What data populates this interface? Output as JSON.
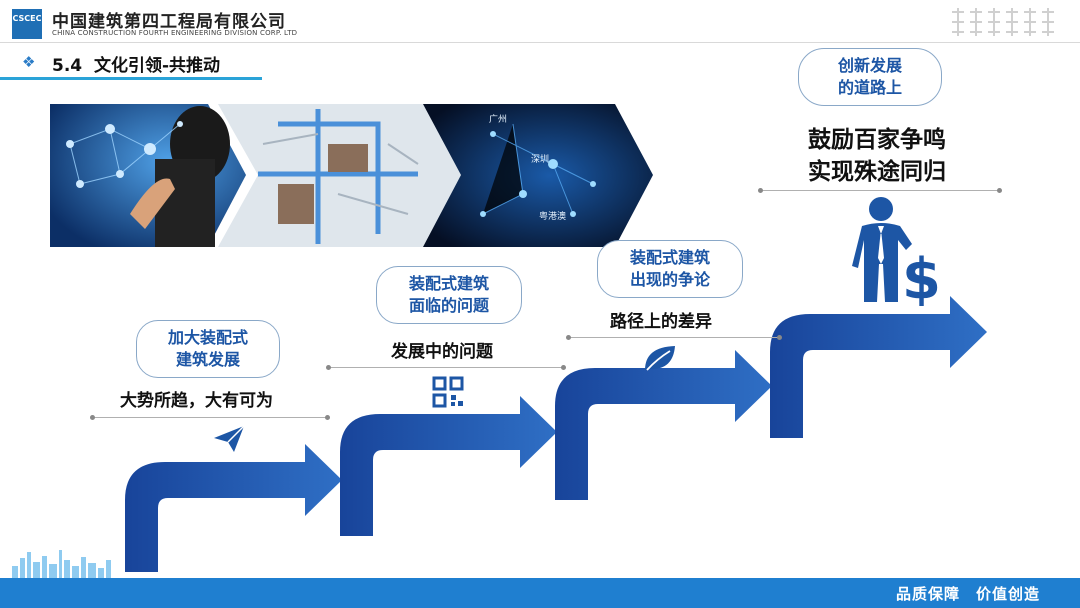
{
  "header": {
    "logo_text": "CSCEC",
    "company_name_cn": "中国建筑第四工程局有限公司",
    "company_name_en": "CHINA CONSTRUCTION FOURTH ENGINEERING DIVISION CORP. LTD"
  },
  "section": {
    "number": "5.4",
    "title": "文化引领-共推动"
  },
  "map_labels": {
    "guangzhou": "广州",
    "shenzhen": "深圳",
    "gba": "粤港澳"
  },
  "steps": [
    {
      "bubble_line1": "加大装配式",
      "bubble_line2": "建筑发展",
      "caption": "大势所趋，大有可为",
      "icon": "paper-plane-icon"
    },
    {
      "bubble_line1": "装配式建筑",
      "bubble_line2": "面临的问题",
      "caption": "发展中的问题",
      "icon": "qr-code-icon"
    },
    {
      "bubble_line1": "装配式建筑",
      "bubble_line2": "出现的争论",
      "caption": "路径上的差异",
      "icon": "leaf-icon"
    },
    {
      "bubble_line1": "创新发展",
      "bubble_line2": "的道路上",
      "caption_line1": "鼓励百家争鸣",
      "caption_line2": "实现殊途同归",
      "icon": "businessman-dollar-icon"
    }
  ],
  "footer": {
    "slogan": "品质保障　价值创造"
  },
  "colors": {
    "primary_blue": "#1d56a5",
    "footer_blue": "#1f7fd0",
    "accent_cyan": "#2aa3d8"
  }
}
